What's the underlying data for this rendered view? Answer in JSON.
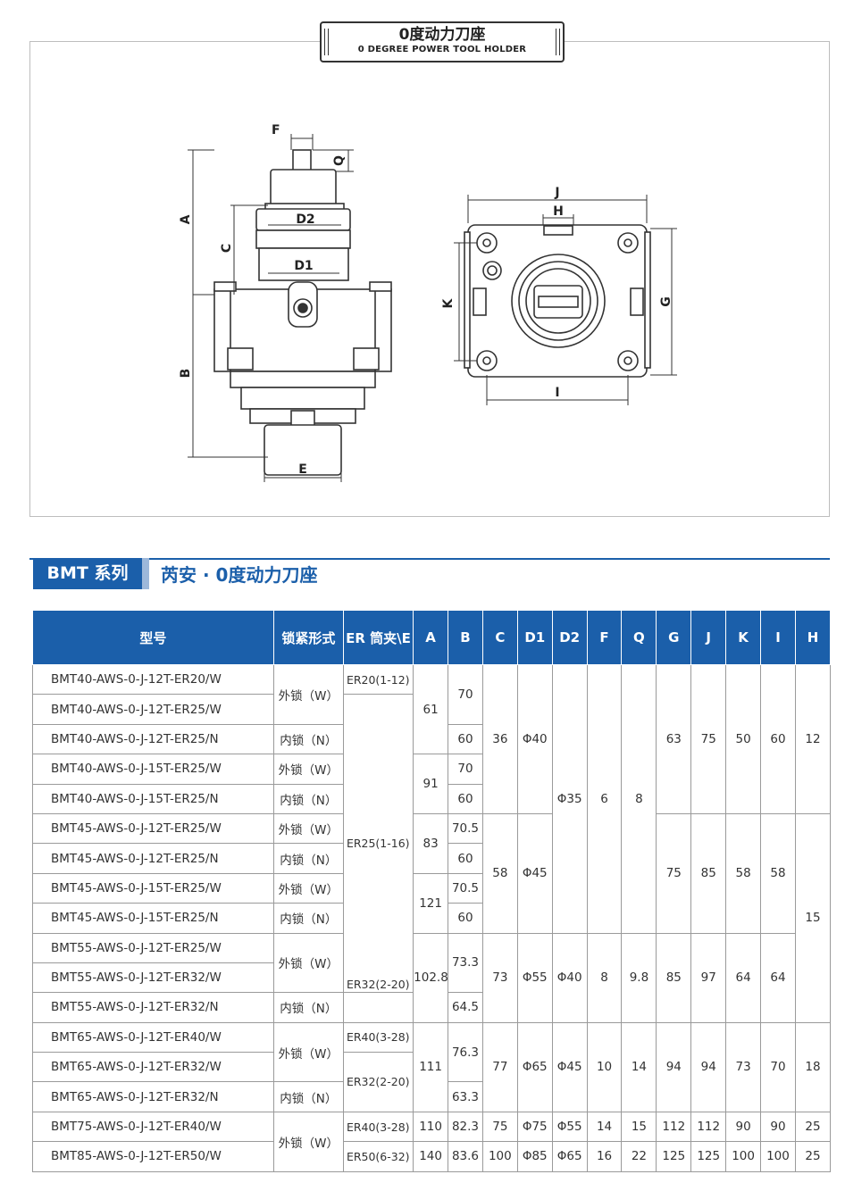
{
  "diagram": {
    "title_cn": "0度动力刀座",
    "title_en": "0 DEGREE POWER TOOL HOLDER",
    "dimension_labels": {
      "F": "F",
      "Q": "Q",
      "A": "A",
      "D2": "D2",
      "C": "C",
      "D1": "D1",
      "B": "B",
      "E": "E",
      "J": "J",
      "H": "H",
      "K": "K",
      "G": "G",
      "I": "I"
    }
  },
  "series": {
    "badge": "BMT 系列",
    "title": "芮安 · 0度动力刀座"
  },
  "table": {
    "headers": [
      "型号",
      "锁紧形式",
      "ER 筒夹\\E",
      "A",
      "B",
      "C",
      "D1",
      "D2",
      "F",
      "Q",
      "G",
      "J",
      "K",
      "I",
      "H"
    ],
    "models": [
      "BMT40-AWS-0-J-12T-ER20/W",
      "BMT40-AWS-0-J-12T-ER25/W",
      "BMT40-AWS-0-J-12T-ER25/N",
      "BMT40-AWS-0-J-15T-ER25/W",
      "BMT40-AWS-0-J-15T-ER25/N",
      "BMT45-AWS-0-J-12T-ER25/W",
      "BMT45-AWS-0-J-12T-ER25/N",
      "BMT45-AWS-0-J-15T-ER25/W",
      "BMT45-AWS-0-J-15T-ER25/N",
      "BMT55-AWS-0-J-12T-ER25/W",
      "BMT55-AWS-0-J-12T-ER32/W",
      "BMT55-AWS-0-J-12T-ER32/N",
      "BMT65-AWS-0-J-12T-ER40/W",
      "BMT65-AWS-0-J-12T-ER32/W",
      "BMT65-AWS-0-J-12T-ER32/N",
      "BMT75-AWS-0-J-12T-ER40/W",
      "BMT85-AWS-0-J-12T-ER50/W"
    ],
    "lock_w": "外锁（W）",
    "lock_n": "内锁（N）",
    "er": {
      "er20_1_12": "ER20(1-12)",
      "er25_1_16": "ER25(1-16)",
      "er32_2_20": "ER32(2-20)",
      "er40_3_28": "ER40(3-28)",
      "er50_6_32": "ER50(6-32)"
    },
    "cells": {
      "A_61": "61",
      "A_91": "91",
      "A_83": "83",
      "A_121": "121",
      "A_102_8": "102.8",
      "A_111": "111",
      "A_110": "110",
      "A_140": "140",
      "B_70": "70",
      "B_60": "60",
      "B_70_5": "70.5",
      "B_73_3": "73.3",
      "B_64_5": "64.5",
      "B_76_3": "76.3",
      "B_63_3": "63.3",
      "B_82_3": "82.3",
      "B_83_6": "83.6",
      "C_36": "36",
      "C_58": "58",
      "C_73": "73",
      "C_77": "77",
      "C_75": "75",
      "C_100": "100",
      "D1_40": "Φ40",
      "D1_45": "Φ45",
      "D1_55": "Φ55",
      "D1_65": "Φ65",
      "D1_75": "Φ75",
      "D1_85": "Φ85",
      "D2_35": "Φ35",
      "D2_40": "Φ40",
      "D2_45": "Φ45",
      "D2_55": "Φ55",
      "D2_65": "Φ65",
      "F_6": "6",
      "F_8": "8",
      "F_10": "10",
      "F_14": "14",
      "F_16": "16",
      "Q_8": "8",
      "Q_9_8": "9.8",
      "Q_14": "14",
      "Q_15": "15",
      "Q_22": "22",
      "G_63": "63",
      "G_75": "75",
      "G_85": "85",
      "G_94": "94",
      "G_112": "112",
      "G_125": "125",
      "J_75": "75",
      "J_85": "85",
      "J_97": "97",
      "J_94": "94",
      "J_112": "112",
      "J_125": "125",
      "K_50": "50",
      "K_58": "58",
      "K_64": "64",
      "K_73": "73",
      "K_90": "90",
      "K_100": "100",
      "I_60": "60",
      "I_58": "58",
      "I_64": "64",
      "I_70": "70",
      "I_90": "90",
      "I_100": "100",
      "H_12": "12",
      "H_15": "15",
      "H_18": "18",
      "H_25a": "25",
      "H_25b": "25"
    }
  }
}
